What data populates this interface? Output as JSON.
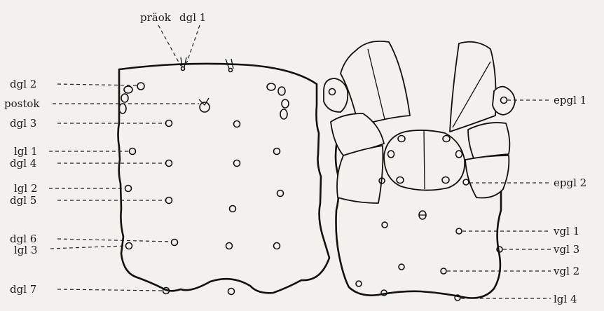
{
  "left_labels": {
    "praeok": "präok",
    "dgl1": "dgl 1",
    "dgl2": "dgl 2",
    "postok": "postok",
    "dgl3": "dgl 3",
    "lgl1": "lgl 1",
    "dgl4": "dgl 4",
    "lgl2": "lgl 2",
    "dgl5": "dgl 5",
    "dgl6": "dgl 6",
    "lgl3": "lgl 3",
    "dgl7": "dgl 7"
  },
  "right_labels": {
    "epgl1": "epgl 1",
    "epgl2": "epgl 2",
    "vgl1": "vgl 1",
    "vgl3": "vgl 3",
    "vgl2": "vgl 2",
    "lgl4": "lgl 4"
  },
  "colors": {
    "paper": "#f3f1ec",
    "ink": "#111111"
  }
}
